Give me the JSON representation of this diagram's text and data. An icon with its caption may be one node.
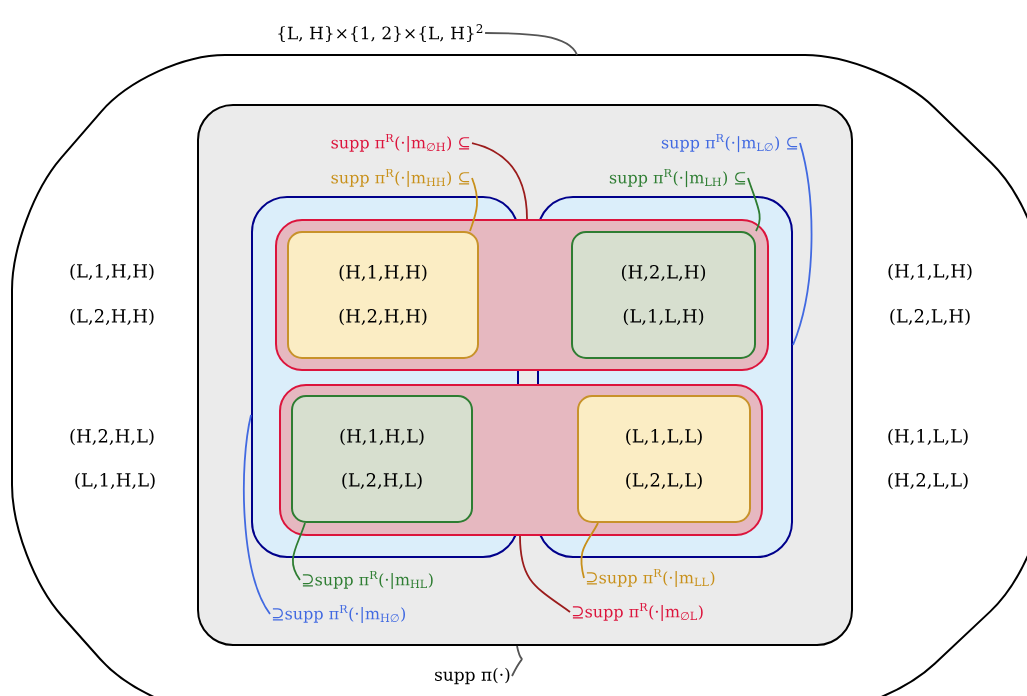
{
  "diagram": {
    "nodes": [
      {
        "text": [
          "{L, H}×{1, 2}×{L, H}$^{2}$"
        ]
      },
      {
        "text": [
          "(L,1,H,H)",
          "(L,2,H,H)",
          "(H,2,H,L)",
          "(L,1,H,L)",
          "(H,1,L,H)",
          "(L,2,L,H)",
          "(H,1,L,L)",
          "(H,2,L,L)"
        ]
      },
      {
        "text": [],
        "shape": "box",
        "in": 1
      },
      {
        "text": [
          "supp π$^{R}$(·|m$_{∅H}$) ⊆"
        ],
        "in": 2
      },
      {
        "text": [
          "supp π$^{R}$(·|m$_{HH}$) ⊆"
        ],
        "in": 2
      },
      {
        "text": [
          "supp π$^{R}$(·|m$_{L∅}$) ⊆"
        ],
        "in": 2
      },
      {
        "text": [
          "supp π$^{R}$(·|m$_{LH}$) ⊆"
        ],
        "in": 2
      },
      {
        "text": [],
        "shape": "box",
        "in": 2
      },
      {
        "text": [],
        "shape": "box",
        "in": 2
      },
      {
        "text": [],
        "shape": "box",
        "in": 2
      },
      {
        "text": [],
        "shape": "box",
        "in": 2
      },
      {
        "text": [
          "(H,1,H,H)",
          "(H,2,H,H)"
        ]
      },
      {
        "text": [
          "(H,2,L,H)",
          "(L,1,L,H)"
        ]
      },
      {
        "text": [
          "(H,1,H,L)",
          "(L,2,H,L)"
        ]
      },
      {
        "text": [
          "(L,1,L,L)",
          "(L,2,L,L)"
        ]
      },
      {
        "text": [
          "⊇supp π$^{R}$(·|m$_{HL}$)"
        ],
        "in": 2
      },
      {
        "text": [
          "⊇supp π$^{R}$(·|m$_{LL}$)"
        ],
        "in": 2
      },
      {
        "text": [
          "⊇supp π$^{R}$(·|m$_{H∅}$)"
        ],
        "in": 2
      },
      {
        "text": [
          "⊇supp π$^{R}$(·|m$_{∅L}$)"
        ],
        "in": 2
      },
      {
        "text": [
          "supp π(·)"
        ],
        "in": 1
      }
    ],
    "edges": [
      {
        "from": 0,
        "to": 1,
        "arrow": "none",
        "color": "#555555"
      },
      {
        "from": 3,
        "to": 9,
        "arrow": "none",
        "color": "#9b1c1c"
      },
      {
        "from": 4,
        "to": 11,
        "arrow": "none",
        "color": "#c8901a"
      },
      {
        "from": 5,
        "to": 8,
        "arrow": "none",
        "color": "#4169e1"
      },
      {
        "from": 6,
        "to": 12,
        "arrow": "none",
        "color": "#2e7d32"
      },
      {
        "from": 15,
        "to": 13,
        "arrow": "none",
        "color": "#2e7d32"
      },
      {
        "from": 16,
        "to": 14,
        "arrow": "none",
        "color": "#c8901a"
      },
      {
        "from": 17,
        "to": 7,
        "arrow": "none",
        "color": "#4169e1"
      },
      {
        "from": 18,
        "to": 10,
        "arrow": "none",
        "color": "#9b1c1c"
      },
      {
        "from": 19,
        "to": 2,
        "arrow": "none",
        "color": "#555555"
      }
    ]
  }
}
